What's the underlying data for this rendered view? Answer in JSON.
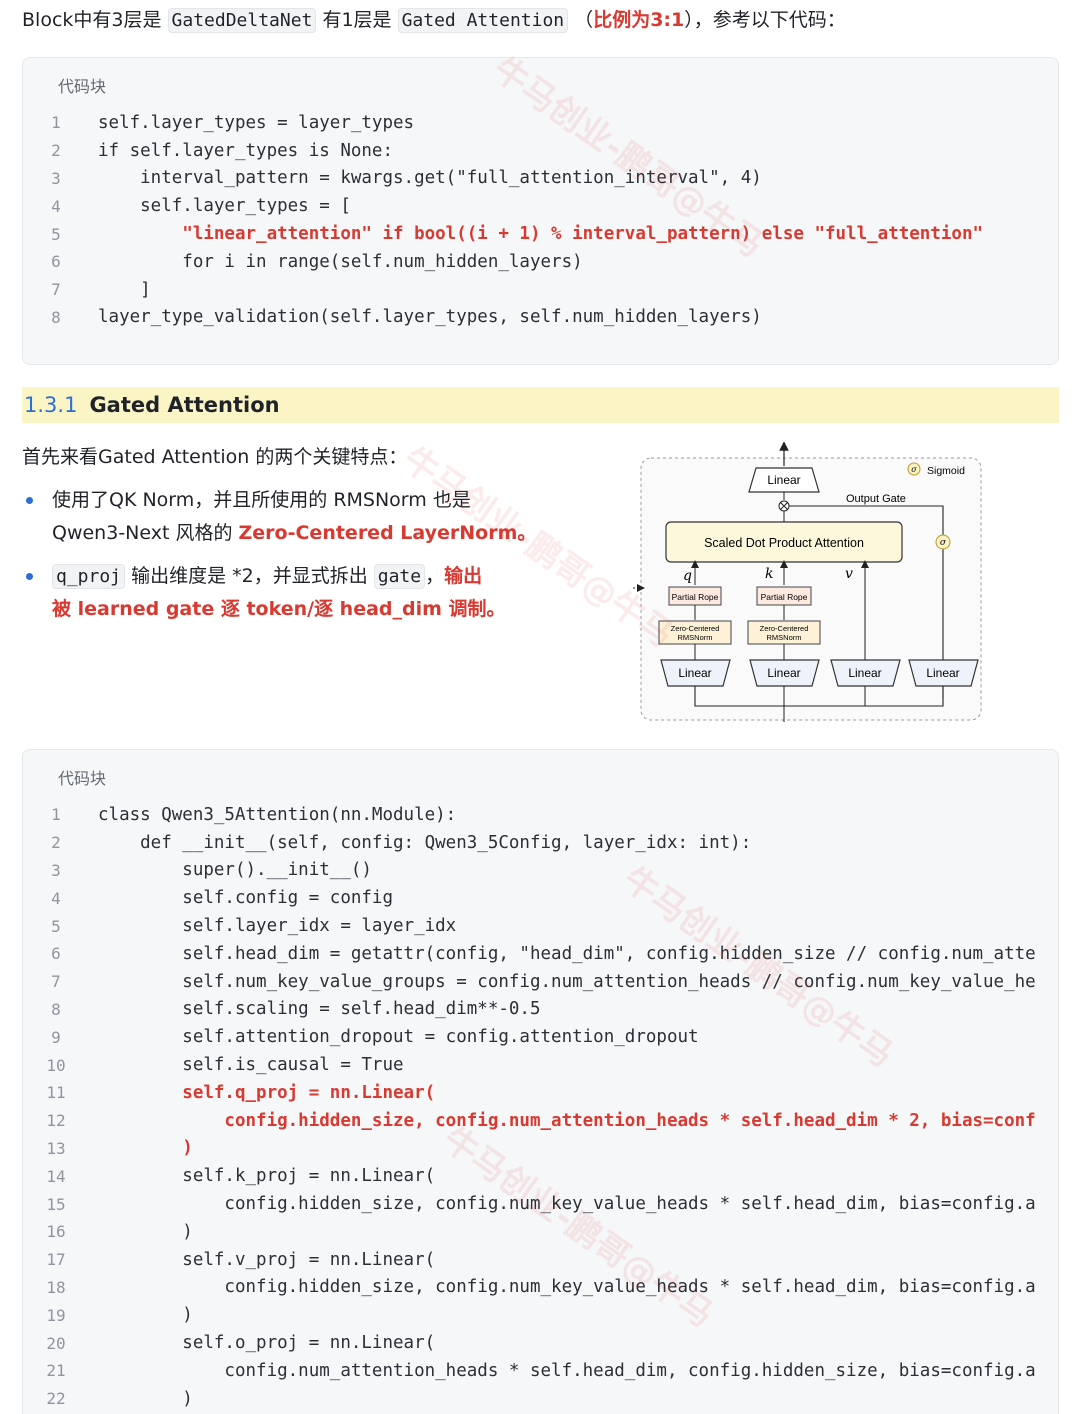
{
  "intro": {
    "p1": "Block中有3层是 ",
    "code1": "GatedDeltaNet",
    "p2": " 有1层是 ",
    "code2": "Gated Attention",
    "p3": " （",
    "red": "比例为3:1",
    "p4": "），参考以下代码："
  },
  "code_block_1": {
    "title": "代码块",
    "line_numbers": [
      "1",
      "2",
      "3",
      "4",
      "5",
      "6",
      "7",
      "8"
    ],
    "lines": [
      "self.layer_types = layer_types",
      "if self.layer_types is None:",
      "    interval_pattern = kwargs.get(\"full_attention_interval\", 4)",
      "    self.layer_types = [",
      "        \"linear_attention\" if bool((i + 1) % interval_pattern) else \"full_attention\"",
      "        for i in range(self.num_hidden_layers)",
      "    ]",
      "layer_type_validation(self.layer_types, self.num_hidden_layers)"
    ]
  },
  "section": {
    "number": "1.3.1",
    "title": "Gated Attention"
  },
  "paragraph": "首先来看Gated Attention 的两个关键特点：",
  "bullets": {
    "b1_a": "使用了QK Norm，并且所使用的 RMSNorm 也是",
    "b1_b": "Qwen3-Next 风格的 ",
    "b1_red": "Zero-Centered LayerNorm。",
    "b2_code1": "q_proj",
    "b2_a": " 输出维度是 *2，并显式拆出 ",
    "b2_code2": "gate",
    "b2_b": "，",
    "b2_red1": "输出",
    "b2_red2": "被 learned gate 逐 token/逐 head_dim 调制。"
  },
  "diagram": {
    "sigmoid_legend": "Sigmoid",
    "output_gate": "Output Gate",
    "top_linear": "Linear",
    "sdpa": "Scaled Dot Product Attention",
    "q": "q",
    "k": "k",
    "v": "v",
    "partial_rope": "Partial Rope",
    "zc1": "Zero-Centered",
    "zc2": "RMSNorm",
    "linear": "Linear",
    "sigma": "σ"
  },
  "code_block_2": {
    "title": "代码块",
    "line_numbers": [
      "1",
      "2",
      "3",
      "4",
      "5",
      "6",
      "7",
      "8",
      "9",
      "10",
      "11",
      "12",
      "13",
      "14",
      "15",
      "16",
      "17",
      "18",
      "19",
      "20",
      "21",
      "22"
    ],
    "lines": [
      "class Qwen3_5Attention(nn.Module):",
      "    def __init__(self, config: Qwen3_5Config, layer_idx: int):",
      "        super().__init__()",
      "        self.config = config",
      "        self.layer_idx = layer_idx",
      "        self.head_dim = getattr(config, \"head_dim\", config.hidden_size // config.num_atte",
      "        self.num_key_value_groups = config.num_attention_heads // config.num_key_value_he",
      "        self.scaling = self.head_dim**-0.5",
      "        self.attention_dropout = config.attention_dropout",
      "        self.is_causal = True",
      "        self.q_proj = nn.Linear(",
      "            config.hidden_size, config.num_attention_heads * self.head_dim * 2, bias=conf",
      "        )",
      "        self.k_proj = nn.Linear(",
      "            config.hidden_size, config.num_key_value_heads * self.head_dim, bias=config.a",
      "        )",
      "        self.v_proj = nn.Linear(",
      "            config.hidden_size, config.num_key_value_heads * self.head_dim, bias=config.a",
      "        )",
      "        self.o_proj = nn.Linear(",
      "            config.num_attention_heads * self.head_dim, config.hidden_size, bias=config.a",
      "        )"
    ]
  },
  "watermark": "牛马创业-鹏哥@牛马"
}
